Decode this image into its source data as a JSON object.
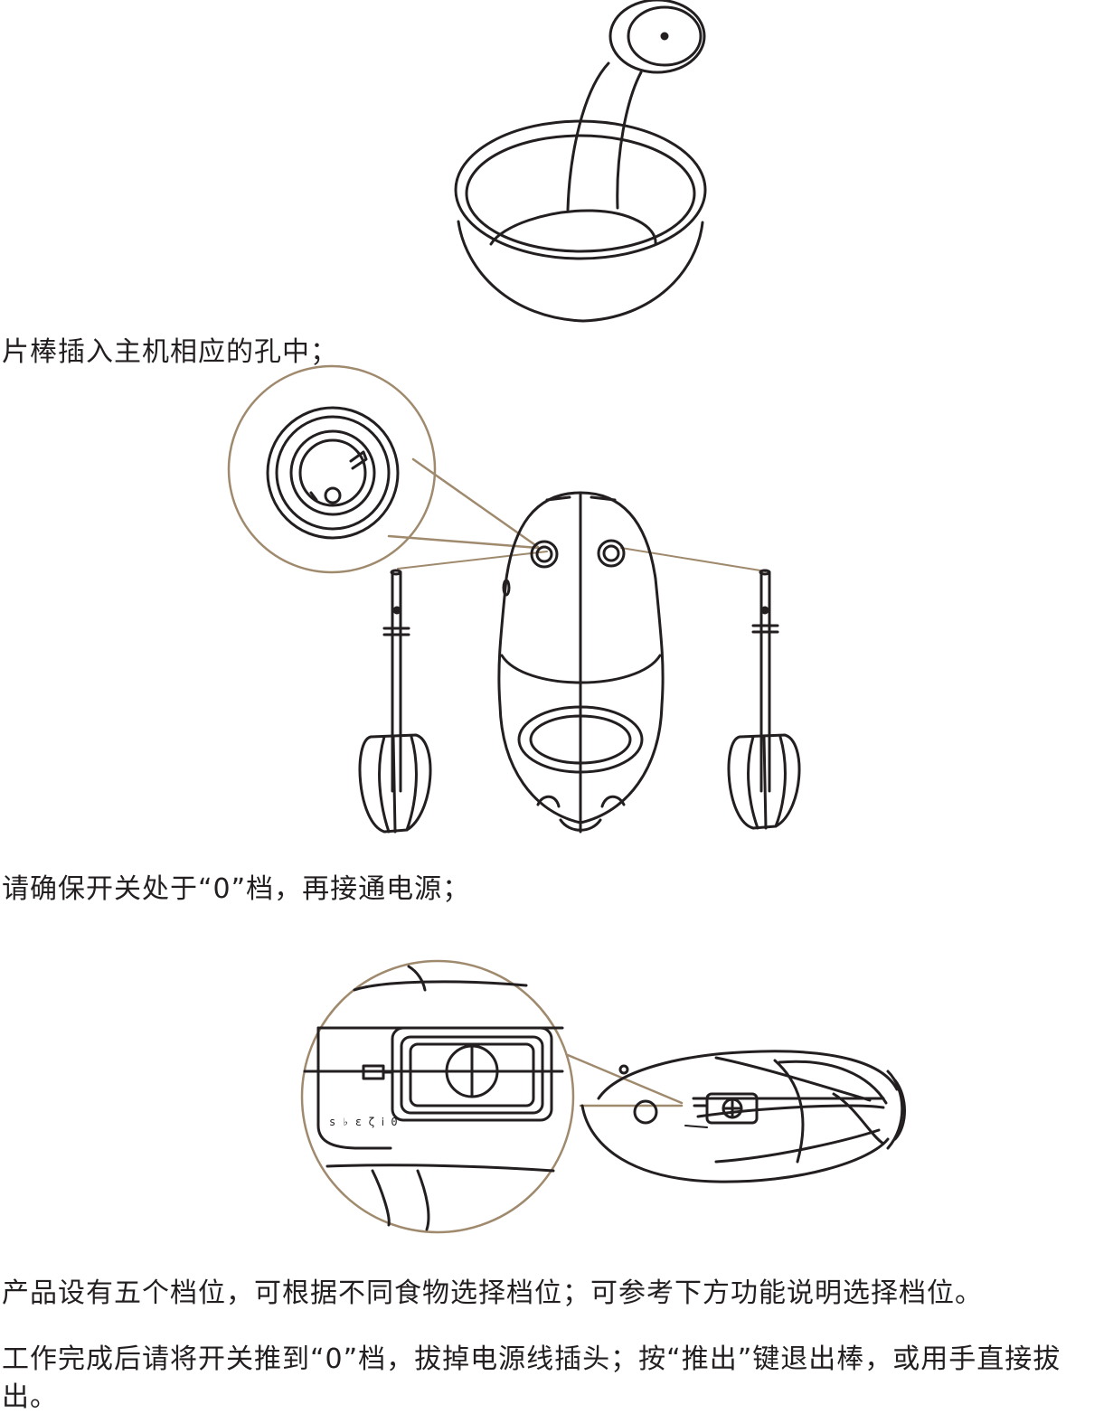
{
  "steps": {
    "step1": "片棒插入主机相应的孔中；",
    "step2": "请确保开关处于“0”档，再接通电源；",
    "step3": "产品设有五个档位，可根据不同食物选择档位；可参考下方功能说明选择档位。",
    "step4": "工作完成后请将开关推到“0”档，拔掉电源线插头；按“推出”键退出棒，或用手直接拔出。"
  },
  "colors": {
    "ink": "#231f20",
    "callout": "#a08a6e"
  }
}
